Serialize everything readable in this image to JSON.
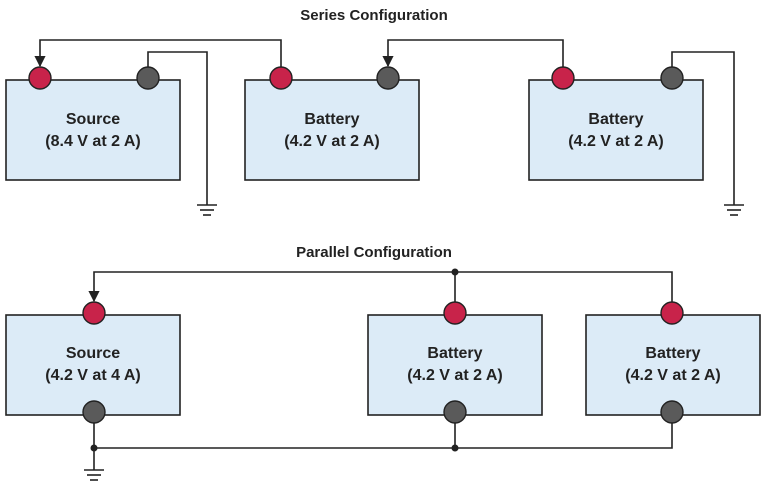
{
  "colors": {
    "box_fill": "#dcebf7",
    "positive_terminal": "#c8234a",
    "negative_terminal": "#5a5a5a",
    "wire": "#222222"
  },
  "series": {
    "title": "Series Configuration",
    "source": {
      "name": "Source",
      "rating": "(8.4 V at 2 A)"
    },
    "battery1": {
      "name": "Battery",
      "rating": "(4.2 V at 2 A)"
    },
    "battery2": {
      "name": "Battery",
      "rating": "(4.2 V at 2 A)"
    }
  },
  "parallel": {
    "title": "Parallel Configuration",
    "source": {
      "name": "Source",
      "rating": "(4.2 V at 4 A)"
    },
    "battery1": {
      "name": "Battery",
      "rating": "(4.2 V at 2 A)"
    },
    "battery2": {
      "name": "Battery",
      "rating": "(4.2 V at 2 A)"
    }
  }
}
